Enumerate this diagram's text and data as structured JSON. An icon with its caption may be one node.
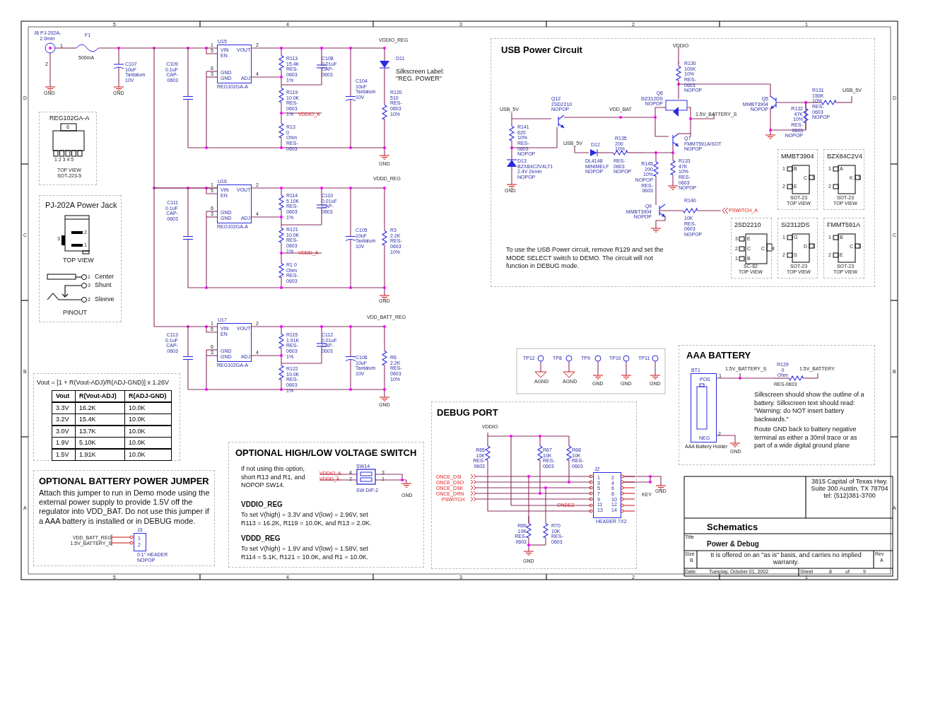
{
  "diagram": {
    "nodes": [
      {
        "text": [
          "REG102GA-A",
          "TOP VIEW SOT-223-5"
        ]
      },
      {
        "text": [
          "PJ-202A Power Jack",
          "TOP VIEW",
          "PINOUT"
        ]
      },
      {
        "text": [
          "VIN",
          "VOUT",
          "EN",
          "GND",
          "GND",
          "ADJ"
        ],
        "beside": [
          "U15",
          "REG102GA-A",
          "1",
          "5",
          "6",
          "3",
          "2",
          "4"
        ]
      },
      {
        "text": [
          "VIN",
          "VOUT",
          "EN",
          "GND",
          "GND",
          "ADJ"
        ],
        "beside": [
          "U16",
          "REG102GA-A",
          "1",
          "5",
          "6",
          "3",
          "2",
          "4"
        ]
      },
      {
        "text": [
          "VIN",
          "VOUT",
          "EN",
          "GND",
          "GND",
          "ADJ"
        ],
        "beside": [
          "U17",
          "REG102GA-A",
          "1",
          "5",
          "6",
          "3",
          "2",
          "4"
        ]
      },
      {
        "text": [
          "Vout = [1 + R(Vout-ADJ)/R(ADJ-GND)] x 1.26V"
        ]
      },
      {
        "text": [
          "OPTIONAL BATTERY POWER JUMPER",
          "Attach this jumper to run in Demo mode using the external power supply to provide 1.5V off the regulator into VDD_BAT. Do not use this jumper if a AAA battery is installed or in DEBUG mode."
        ]
      },
      {
        "text": [
          "1",
          "2"
        ],
        "in": 6,
        "beside": [
          "J3",
          "0.1\" HEADER NOPOP"
        ]
      },
      {
        "text": [
          "OPTIONAL HIGH/LOW VOLTAGE SWITCH",
          "If not using this option, short R13 and R1, and NOPOP SW14.",
          "VDDIO_REG",
          "To set V(high) = 3.3V and V(low) = 2.96V, set R113 = 16.2K, R119 = 10.0K, and R13 = 2.0K.",
          "VDDD_REG",
          "To set V(high) = 1.9V and V(low) = 1.58V, set R114 = 5.1K, R121 = 10.0K, and R1 = 10.0K."
        ]
      },
      {
        "text": [
          "USB Power Circuit",
          "To use the USB Power circuit, remove R129 and set the MODE SELECT switch to DEMO. The circuit will not function in DEBUG mode."
        ]
      },
      {
        "text": [
          "MMBT3904",
          "SOT-23 TOP VIEW"
        ],
        "in": 9
      },
      {
        "text": [
          "BZX84C2V4",
          "SOT-23 TOP VIEW"
        ],
        "in": 9
      },
      {
        "text": [
          "2SD2210",
          "SC-62 TOP VIEW"
        ],
        "in": 9
      },
      {
        "text": [
          "Si2312DS",
          "SOT-23 TOP VIEW"
        ],
        "in": 9
      },
      {
        "text": [
          "FMMT591A",
          "SOT-23 TOP VIEW"
        ],
        "in": 9
      },
      {
        "text": [
          "DEBUG PORT"
        ]
      },
      {
        "text": [
          "1 3 5 7 9 11 13",
          "2 4 6 8 10 12 14"
        ],
        "in": 15,
        "beside": [
          "J2",
          "HEADER 7X2"
        ]
      },
      {
        "text": [
          "AAA BATTERY",
          "Silkscreen should show the outline of a battery. Silkscreen text should read: \"Warning: do NOT insert battery backwards.\"",
          "Route GND back to battery negative terminal as either a 30mil trace or as part of a wide digital ground plane"
        ]
      },
      {
        "text": [
          "POS",
          "NEG"
        ],
        "in": 17,
        "beside": [
          "BT1",
          "AAA Battery Holder",
          "1",
          "2"
        ]
      }
    ],
    "edges": [
      {
        "from": 2,
        "to": 3,
        "arrow": "none"
      },
      {
        "from": 3,
        "to": 4,
        "arrow": "none"
      }
    ],
    "labels": [
      "5",
      "4",
      "3",
      "2",
      "1",
      "D",
      "C",
      "B",
      "A",
      "D",
      "C",
      "B",
      "A",
      "5",
      "4",
      "3",
      "2",
      "1",
      "J6 PJ-202A-2.0mm",
      "1",
      "2",
      "F1",
      "500mA",
      "C107 10uF Tantalum 10V",
      "GND",
      "GND",
      "C109 0.1uF CAP-0603",
      "VDDIO_REG",
      "D11",
      "Silkscreen Label: \"REG. POWER\"",
      "R113 15.4K RES-0603 1%",
      "C108 0.01uF CAP-0603",
      "C104 10uF Tantalum 10V",
      "R119 10.0K RES-0603 1%",
      "R120 510 RES-0603 10%",
      "VDDIO_A",
      "R13 0 Ohm RES-0603",
      "GND",
      "VDDD_REG",
      "C111 0.1uF CAP-0603",
      "R114 5.10K RES-0603 1%",
      "C110 0.01uF CAP-0603",
      "R121 10.0K RES-0603 1%",
      "C105 10uF Tantalum 10V",
      "R3 2.2K RES-0603 10%",
      "VDDD_A",
      "R1 0 Ohm RES-0603",
      "GND",
      "VDD_BATT_REG",
      "C113 0.1uF CAP-0603",
      "R115 1.91K RES-0603 1%",
      "C112 0.01uF CAP-0603",
      "C106 10uF Tantalum 10V",
      "R6 2.2K RES-0603 10%",
      "R122 10.0K RES-0603 1%",
      "GND",
      "6",
      "1 2 3 4 5",
      "2",
      "3",
      "1",
      "1",
      "Center",
      "3",
      "Shunt",
      "2",
      "Sleeve",
      "Vout",
      "R(Vout-ADJ)",
      "R(ADJ-GND)",
      "3.3V",
      "16.2K",
      "10.0K",
      "3.2V",
      "15.4K",
      "10.0K",
      "3.0V",
      "13.7K",
      "10.0K",
      "1.9V",
      "5.10K",
      "10.0K",
      "1.5V",
      "1.91K",
      "10.0K",
      "VDD_BATT_REG",
      "1.5V_BATTERY_S",
      "SW14",
      "VDDIO_A",
      "VDDD_A",
      "4",
      "2",
      "3",
      "1",
      "SW DIP-2",
      "GND",
      "VDDIO",
      "R130 100K 10% RES-0603 NOPOP",
      "Q6 Si2312DS NOPOP",
      "Q12 2SD2210 NOPOP",
      "USB_5V",
      "VDD_BAT",
      "1.5V_BATTERY_S",
      "Q5 MMBT3904 NOPOP",
      "R131 150K 10% RES-0603 NOPOP",
      "USB_5V",
      "R132 47K 10% RES-0603 NOPOP",
      "R141 620 10% RES-0603 NOPOP",
      "USB_5V",
      "D12",
      "R135 200 10%",
      "Q7 FMMT591A/SOT NOPOP",
      "D13 BZX84C2V4LT1 2.4V Zener NOPOP",
      "DL4148 MINIMELF NOPOP",
      "RES-0603 NOPOP",
      "R145 200 10% NOPOP RES-0603",
      "R133 47K 10% RES-0603 NOPOP",
      "GND",
      "R140",
      "PSWITCH_A",
      "Q9 MMBT3904 NOPOP",
      "10K RES-0603 NOPOP",
      "1",
      "B",
      "2",
      "E",
      "C",
      "3",
      "1",
      "A",
      "2",
      "K",
      "3",
      "3",
      "E",
      "2",
      "C",
      "1",
      "B",
      "C",
      "4",
      "1",
      "G",
      "2",
      "S",
      "D",
      "3",
      "1",
      "B",
      "2",
      "E",
      "C",
      "3",
      "TP12",
      "TP8",
      "TP9",
      "TP10",
      "TP11",
      "AGND",
      "AGND",
      "GND",
      "GND",
      "GND",
      "1.5V_BATTERY_S",
      "R129 0 Ohm",
      "1.5V_BATTERY",
      "RES-0603",
      "GND",
      "VDDIO",
      "R65 10K RES-0603",
      "R67 10K RES-0603",
      "R68 10K RES-0603",
      "ONCE_DSI",
      "ONCE_DSO",
      "ONCE_DSK",
      "ONCE_DRN",
      "PSWITCH",
      "ONDEZ",
      "KEY",
      "GND",
      "R69 10K RES-0603",
      "R70 10K RES-0603",
      "GND",
      "3815 Capital of Texas Hwy. Suite 300 Austin, TX 78704 tel: (512)381-3700",
      "Schematics",
      "Title",
      "Power & Debug",
      "Size",
      "B",
      "It is offered on an \"as is\" basis, and carries no implied warranty.",
      "Rev",
      "A",
      "Date:",
      "Tuesday, October 01, 2002",
      "Sheet",
      "8",
      "of",
      "9"
    ]
  }
}
